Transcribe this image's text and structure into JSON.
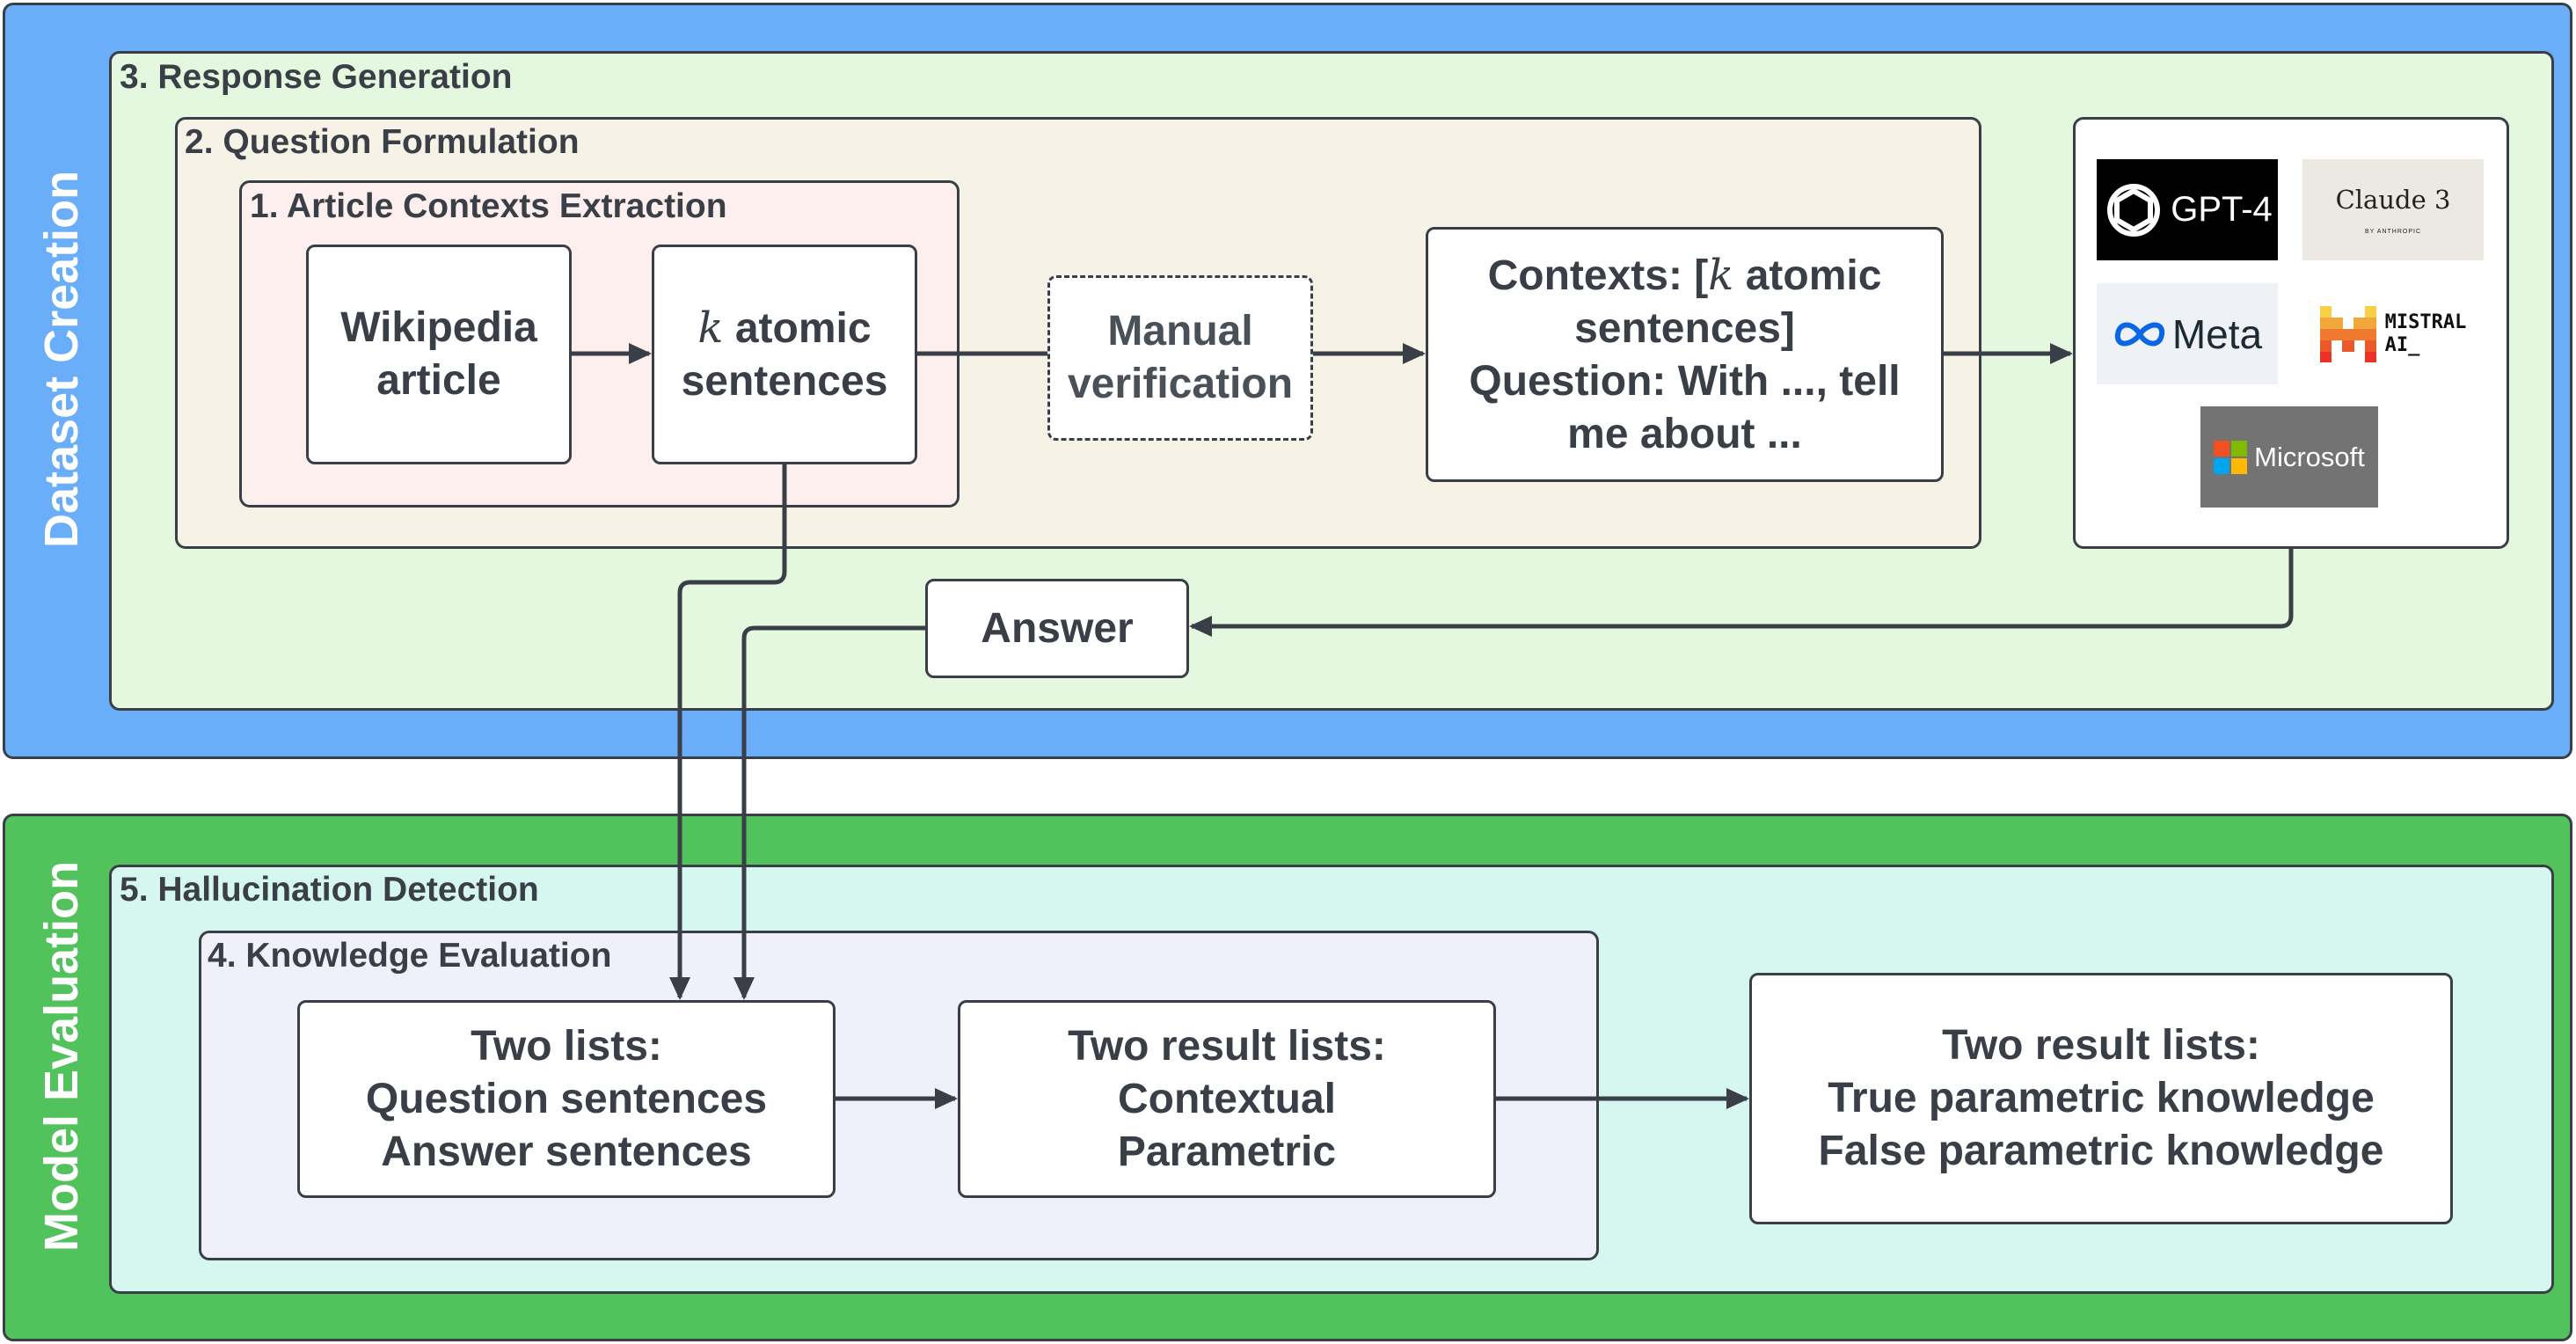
{
  "sections": {
    "dataset_creation": "Dataset Creation",
    "model_evaluation": "Model Evaluation"
  },
  "stages": {
    "response_generation": "3. Response Generation",
    "question_formulation": "2. Question Formulation",
    "article_contexts_extraction": "1. Article Contexts Extraction",
    "hallucination_detection": "5. Hallucination Detection",
    "knowledge_evaluation": "4. Knowledge Evaluation"
  },
  "nodes": {
    "wikipedia_article": [
      "Wikipedia",
      "article"
    ],
    "atomic_sentences": {
      "k": "k",
      "line1_rest": " atomic",
      "line2": "sentences"
    },
    "manual_verification": [
      "Manual",
      "verification"
    ],
    "contexts": {
      "line1_prefix": "Contexts: [",
      "k": "k",
      "line1_suffix": " atomic",
      "line2": "sentences]",
      "line3": "Question: With ..., tell",
      "line4": "me about ..."
    },
    "answer": "Answer",
    "two_lists": [
      "Two lists:",
      "Question sentences",
      "Answer sentences"
    ],
    "two_result_lists_1": [
      "Two result lists:",
      "Contextual",
      "Parametric"
    ],
    "two_result_lists_2": [
      "Two result lists:",
      "True parametric knowledge",
      "False parametric knowledge"
    ]
  },
  "models": {
    "gpt4": "GPT-4",
    "claude": "Claude 3",
    "claude_sub": "BY ANTHROPIC",
    "meta": "Meta",
    "mistral": [
      "MISTRAL",
      "AI_"
    ],
    "microsoft": "Microsoft"
  },
  "colors": {
    "dataset_creation_bg": "#6aaef9",
    "model_evaluation_bg": "#52c25c",
    "response_generation_bg": "#e3f8de",
    "question_formulation_bg": "#f6f3e6",
    "article_extraction_bg": "#fcefee",
    "hallucination_bg": "#d5f7f0",
    "knowledge_eval_bg": "#f0f0fb",
    "stroke": "#3a3f47"
  }
}
